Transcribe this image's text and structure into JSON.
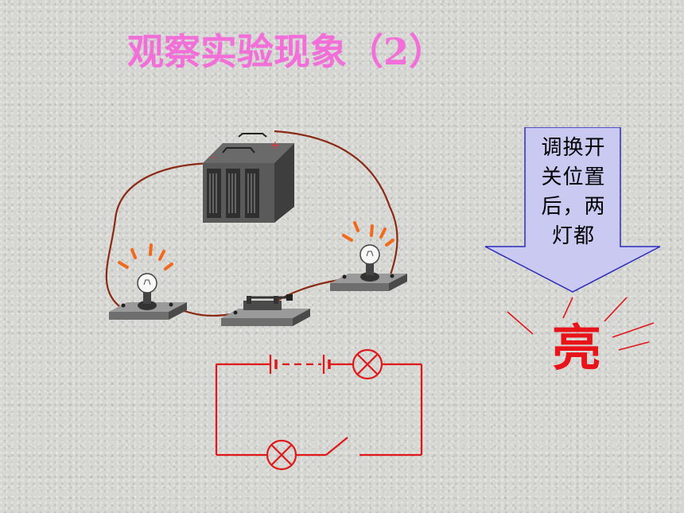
{
  "title": "观察实验现象（2）",
  "callout": {
    "text": "调换开关位置后，两灯都",
    "result": "亮"
  },
  "colors": {
    "title": "#f26ed8",
    "wire_photo": "#8b2a12",
    "schematic": "#e01818",
    "arrow_fill": "#c9c9f2",
    "result": "#e8141a",
    "spark": "#f06a1e"
  },
  "icons": {
    "battery": "battery-pack-icon",
    "bulb": "light-bulb-icon",
    "switch": "knife-switch-icon"
  }
}
